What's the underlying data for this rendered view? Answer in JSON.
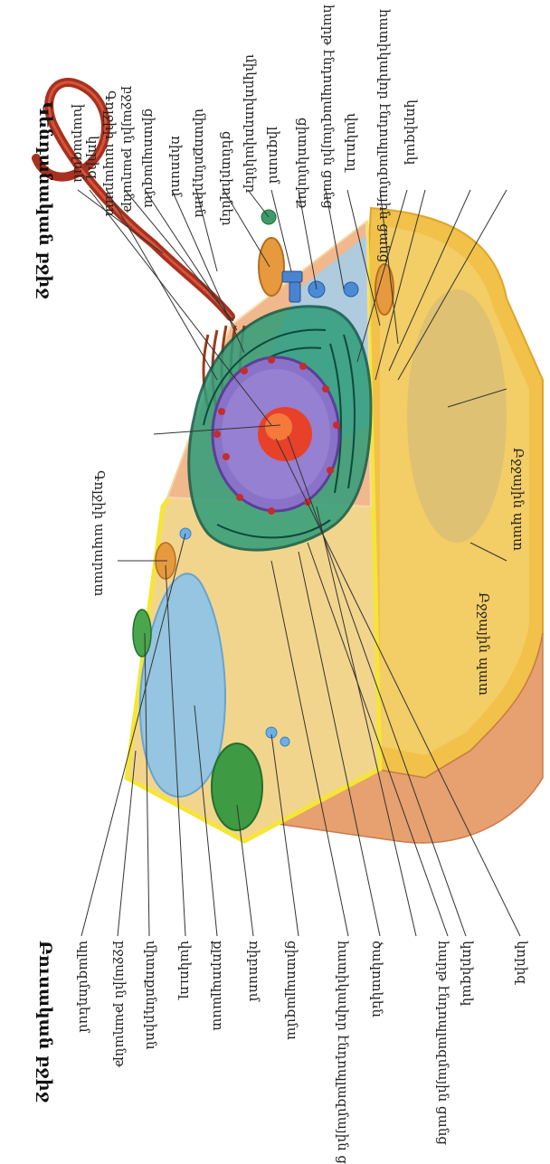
{
  "titles": {
    "animal": "Կենդանական բջիջ",
    "plant": "Բուսական բջիջ"
  },
  "labels": {
    "flagellum": "խարազան",
    "nucleus_top": "կորիզ",
    "golgi_top": "Գոլջիի ապարատ",
    "cell_membrane_top": "բջջային թաղանթ",
    "cytoplasm_top": "ցիտոպլազմա",
    "ribosome_top": "ռիբոսոմ",
    "mitochondrion_top": "միտոքոնդրիոն",
    "centrioles": "ցենտրիոլներ",
    "microtubules": "միկրոխողովակներ",
    "lysosome": "լիզոսոմ",
    "cytoskeleton": "ցիտոկմախք",
    "smooth_er_top": "հարթ էնդոպլազմային ցանց",
    "vacuole_top": "վակուոլ",
    "rough_er_top": "հատիկավոր էնդոպլազմային ցանց",
    "nucleolus_top": "կորիզակ",
    "golgi_mid": "Գոլջիի ապարատ",
    "cell_wall_1": "Բջջային պատ",
    "cell_wall_2": "Բջջային պատ",
    "nucleus_bottom": "կորիզ",
    "nucleolus_bottom": "կորիզակ",
    "smooth_er_bottom": "հարթ էնդոպլազմային ցանց",
    "pore": "ծակոտկեն",
    "rough_er_bottom": "հատիկավոր էնդոպլազմային ցանց",
    "cytoplasm_bottom": "ցիտոպլազմա",
    "ribosome_bottom": "ռիբոսոմ",
    "chloroplast": "քլորոպլաստ",
    "vacuole_bottom": "վակուոլ",
    "mitochondrion_bottom": "միտոքոնդրիոն",
    "cell_membrane_bottom": "բջջային թաղանթ",
    "plasmodesma": "պլազմոդեսմ"
  }
}
